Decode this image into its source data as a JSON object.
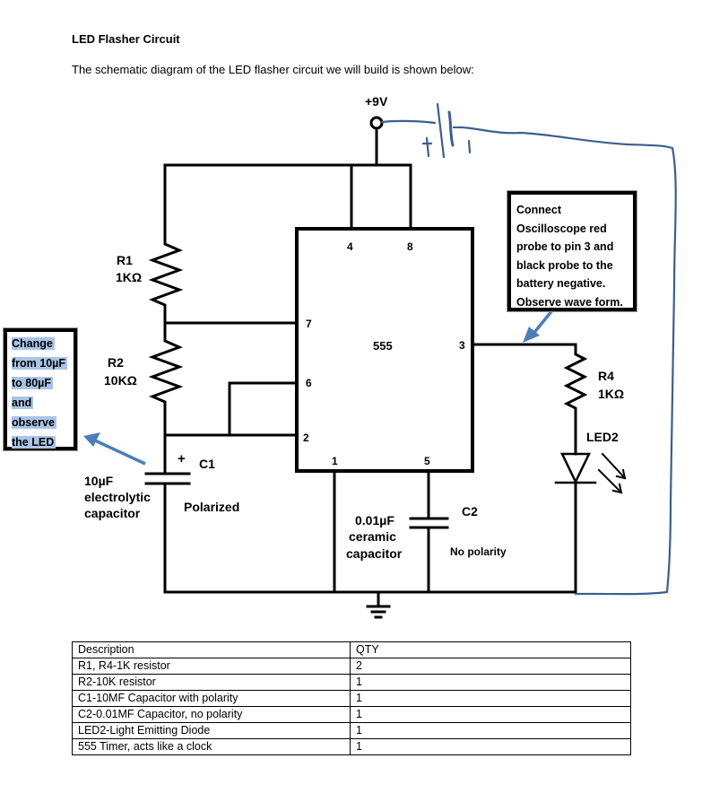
{
  "document": {
    "title": "LED Flasher Circuit",
    "intro": "The schematic diagram of the LED flasher circuit we will build is shown below:"
  },
  "schematic": {
    "supply_label": "+9V",
    "battery_plus_mark": "+",
    "battery_minus_mark": "|",
    "ic": {
      "name": "555",
      "pins": {
        "p1": "1",
        "p2": "2",
        "p3": "3",
        "p4": "4",
        "p5": "5",
        "p6": "6",
        "p7": "7",
        "p8": "8"
      }
    },
    "r1": {
      "name": "R1",
      "value": "1KΩ"
    },
    "r2": {
      "name": "R2",
      "value": "10KΩ"
    },
    "r4": {
      "name": "R4",
      "value": "1KΩ"
    },
    "c1": {
      "name": "C1",
      "plus": "+",
      "polarity": "Polarized",
      "desc": [
        "10µF",
        "electrolytic",
        "capacitor"
      ]
    },
    "c2": {
      "name": "C2",
      "polarity": "No polarity",
      "desc": [
        "0.01µF",
        "ceramic",
        "capacitor"
      ]
    },
    "led": {
      "name": "LED2"
    },
    "annotation_color": "#3b5f8f",
    "arrow_color": "#4a7ebb"
  },
  "notes": {
    "left": [
      "Change",
      "from 10µF",
      "to 80µF",
      "and",
      "observe",
      "the LED"
    ],
    "right": [
      "Connect",
      "Oscilloscope red",
      "probe to pin 3 and",
      "black probe to the",
      "battery negative.",
      "Observe wave form."
    ]
  },
  "bom": {
    "headers": [
      "Description",
      "QTY"
    ],
    "rows": [
      [
        "R1, R4-1K resistor",
        "2"
      ],
      [
        "R2-10K resistor",
        "1"
      ],
      [
        "C1-10MF Capacitor with polarity",
        "1"
      ],
      [
        "C2-0.01MF Capacitor, no polarity",
        "1"
      ],
      [
        "LED2-Light Emitting Diode",
        "1"
      ],
      [
        "555 Timer, acts like a clock",
        "1"
      ]
    ]
  }
}
